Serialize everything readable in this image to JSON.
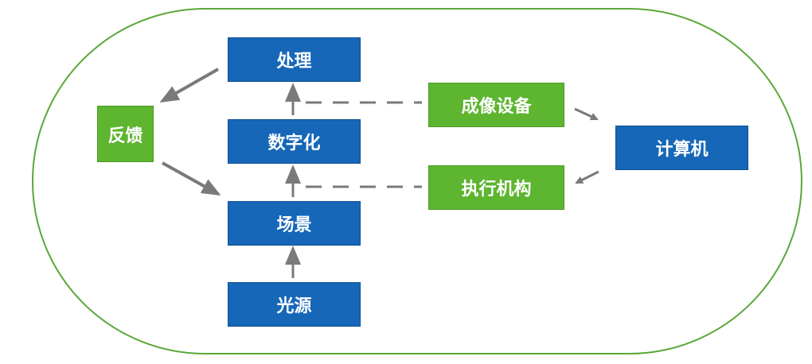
{
  "nodes": {
    "processing": "处理",
    "digitization": "数字化",
    "scene": "场景",
    "light_source": "光源",
    "feedback": "反馈",
    "imaging_device": "成像设备",
    "actuator": "执行机构",
    "computer": "计算机"
  },
  "colors": {
    "blue": "#1667b8",
    "green": "#5db530",
    "arrow": "#7a7a7a",
    "border": "#5aa83a"
  }
}
